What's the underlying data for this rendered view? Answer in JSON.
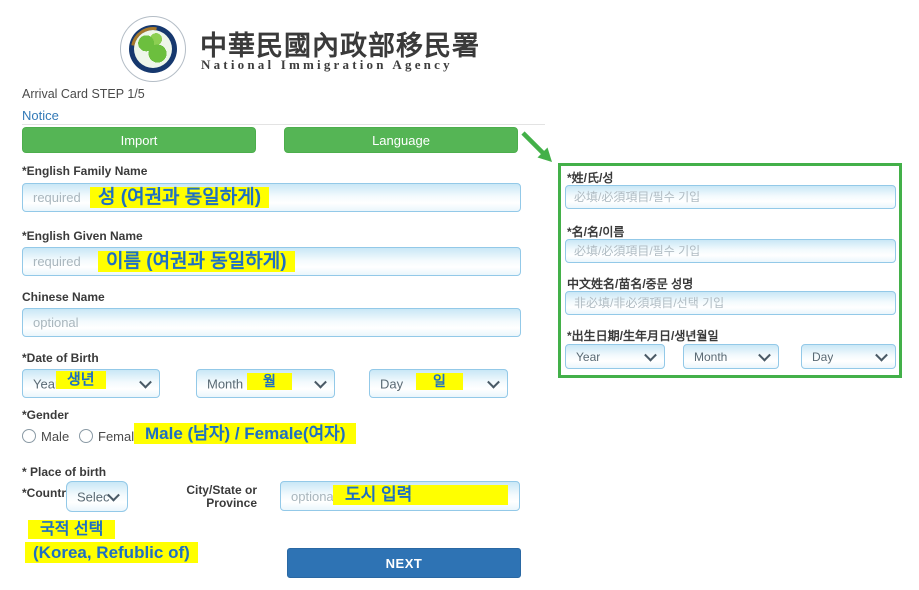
{
  "header": {
    "title_zh": "中華民國內政部移民署",
    "title_en": "National Immigration Agency",
    "step_label": "Arrival Card STEP 1/5",
    "notice_link": "Notice"
  },
  "toolbar": {
    "import_label": "Import",
    "language_label": "Language"
  },
  "form": {
    "family_name": {
      "label": "*English Family Name",
      "placeholder": "required",
      "annotation": "성 (여권과 동일하게)"
    },
    "given_name": {
      "label": "*English Given Name",
      "placeholder": "required",
      "annotation": "이름 (여권과 동일하게)"
    },
    "chinese_name": {
      "label": "Chinese Name",
      "placeholder": "optional"
    },
    "date_of_birth": {
      "label": "*Date of Birth",
      "year_value": "Year",
      "month_value": "Month",
      "day_value": "Day",
      "year_annotation": "생년",
      "month_annotation": "월",
      "day_annotation": "일"
    },
    "gender": {
      "label": "*Gender",
      "male_label": "Male",
      "female_label": "Female",
      "annotation": "Male (남자) / Female(여자)"
    },
    "place_of_birth": {
      "label": "* Place of birth",
      "country_label": "*Countr",
      "country_value": "Selec",
      "city_label_line1": "City/State or",
      "city_label_line2": "Province",
      "city_placeholder": "optional",
      "city_annotation": "도시 입력",
      "nationality_annotation_line1": "국적 선택",
      "nationality_annotation_line2": "(Korea, Refublic of)"
    },
    "next_label": "NEXT"
  },
  "translation_panel": {
    "family_name": {
      "label": "*姓/氏/성",
      "placeholder": "必填/必須項目/필수 기입"
    },
    "given_name": {
      "label": "*名/名/이름",
      "placeholder": "必填/必須項目/필수 기입"
    },
    "chinese_name": {
      "label": "中文姓名/苗名/중문 성명",
      "placeholder": "非必填/非必須項目/선택 기입"
    },
    "date_of_birth": {
      "label": "*出生日期/生年月日/생년월일",
      "year_value": "Year",
      "month_value": "Month",
      "day_value": "Day"
    }
  },
  "colors": {
    "button_green": "#55b555",
    "panel_border_green": "#43b049",
    "next_button_blue": "#2e73b4",
    "highlight_yellow": "#ffff00",
    "annotation_blue": "#1d6fc4",
    "input_border_blue": "#93c9e8",
    "notice_link_blue": "#337ab7"
  }
}
